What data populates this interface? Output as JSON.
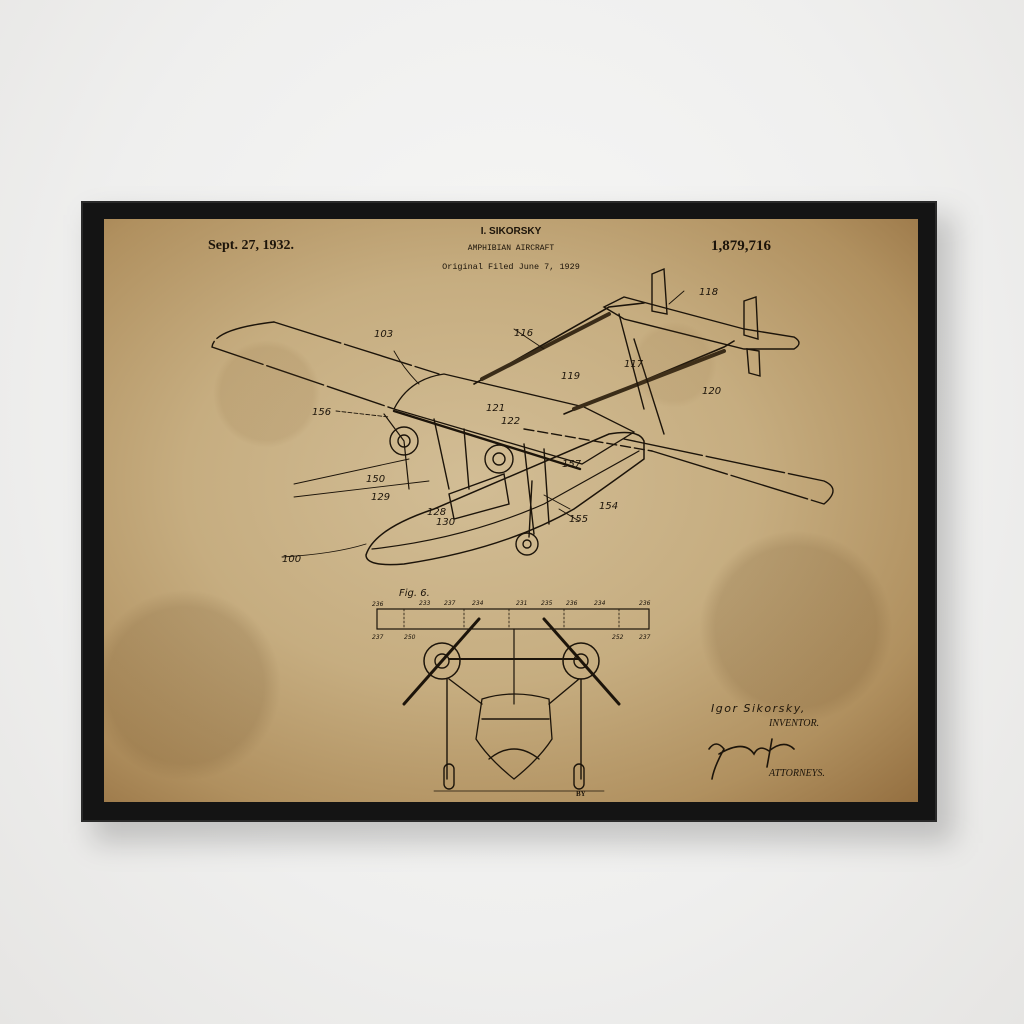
{
  "artwork": {
    "type": "framed patent print",
    "frame_color": "#141414",
    "paper_color": "#c6ad80",
    "ink_color": "#1c140a",
    "wall_color": "#efefee"
  },
  "patent": {
    "date": "Sept. 27, 1932.",
    "number": "1,879,716",
    "inventor_header": "I. SIKORSKY",
    "title": "AMPHIBIAN AIRCRAFT",
    "filed": "Original Filed June 7, 1929",
    "inventor_signature": "Igor Sikorsky,",
    "inventor_role": "INVENTOR.",
    "attorney_role": "ATTORNEYS.",
    "by_label": "BY"
  },
  "figures": {
    "perspective": {
      "labels": [
        "103",
        "116",
        "118",
        "117",
        "119",
        "120",
        "156",
        "121",
        "122",
        "157",
        "150",
        "129",
        "128",
        "130",
        "154",
        "155",
        "100"
      ]
    },
    "front": {
      "title": "Fig. 6.",
      "labels_top": [
        "236",
        "233",
        "237",
        "234",
        "231",
        "235",
        "236",
        "234",
        "236"
      ],
      "labels_misc": [
        "237",
        "250",
        "252",
        "237"
      ]
    }
  }
}
